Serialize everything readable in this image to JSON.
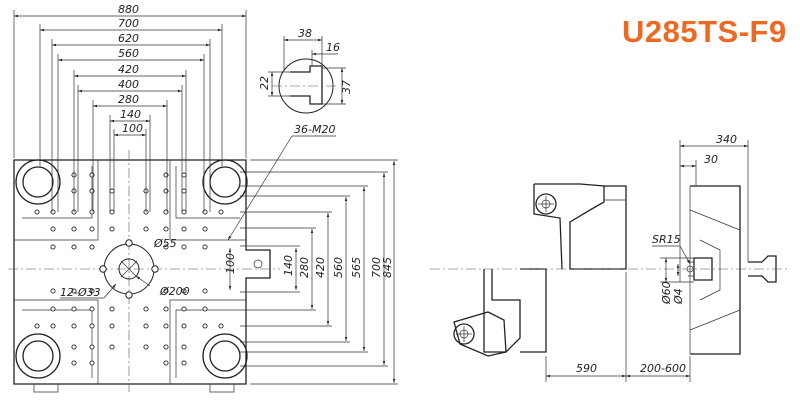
{
  "model": "U285TS-F9",
  "front_view": {
    "widths": [
      "880",
      "700",
      "620",
      "560",
      "420",
      "400",
      "280",
      "140",
      "100"
    ],
    "heights": [
      "100",
      "140",
      "280",
      "420",
      "560",
      "565",
      "700",
      "845"
    ],
    "thread": "36-M20",
    "holes": "12-Ø33",
    "dia_55": "Ø55",
    "dia_200": "Ø200"
  },
  "detail": {
    "d38": "38",
    "d16": "16",
    "d22": "22",
    "d37": "37"
  },
  "side_view": {
    "d340": "340",
    "d30": "30",
    "sr": "SR15",
    "d60": "Ø60",
    "d4": "Ø4",
    "d590": "590",
    "d200_600": "200-600"
  },
  "colors": {
    "model": "#ee6a22",
    "lines": "#222222"
  }
}
